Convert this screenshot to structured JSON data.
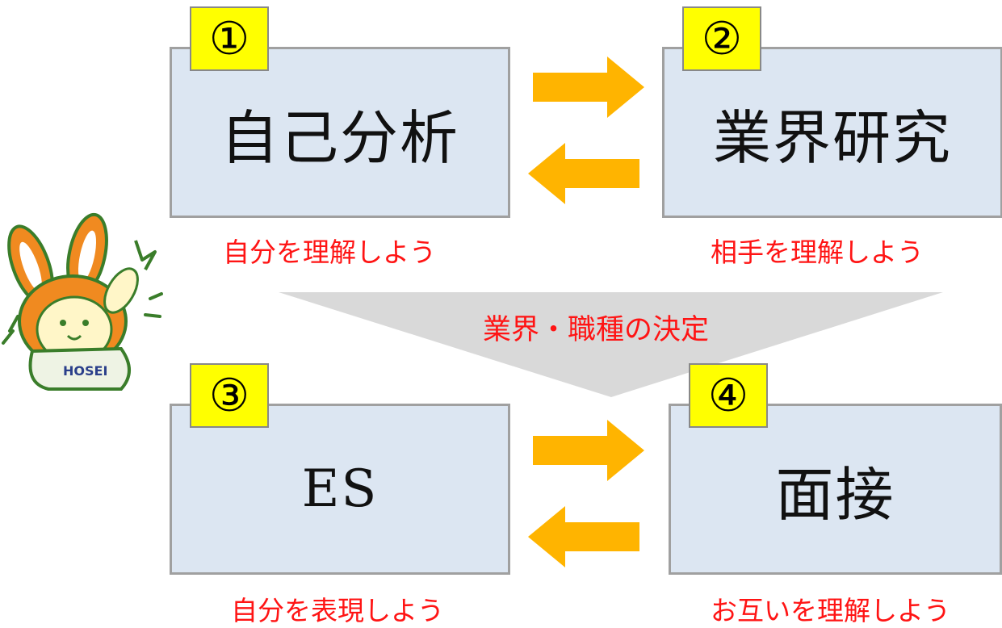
{
  "steps": [
    {
      "number": "①",
      "label": "自己分析",
      "caption": "自分を理解しよう"
    },
    {
      "number": "②",
      "label": "業界研究",
      "caption": "相手を理解しよう"
    },
    {
      "number": "③",
      "label": "ES",
      "caption": "自分を表現しよう"
    },
    {
      "number": "④",
      "label": "面接",
      "caption": "お互いを理解しよう"
    }
  ],
  "center_label": "業界・職種の決定",
  "mascot": {
    "badge_text": "HOSEI"
  },
  "colors": {
    "box_fill": "#dce6f2",
    "number_fill": "#ffff00",
    "caption_text": "#ff1414",
    "arrow": "#ffb400",
    "funnel": "#d9d9d9"
  }
}
